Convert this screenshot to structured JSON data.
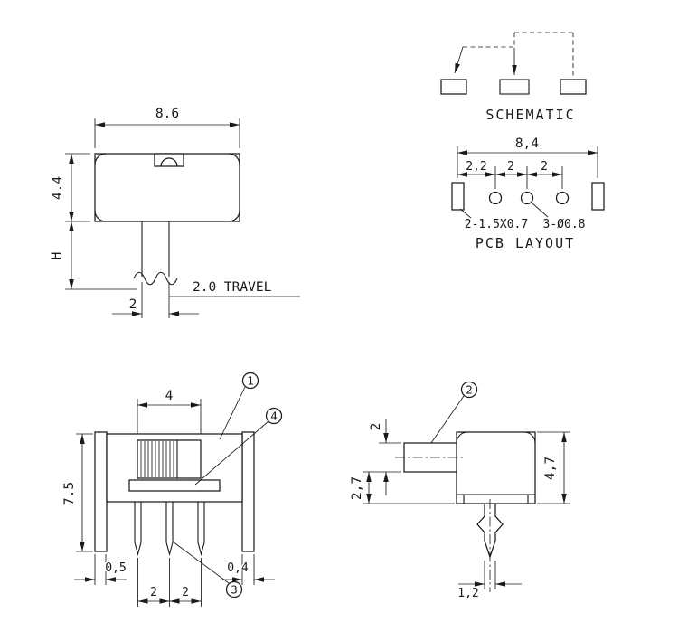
{
  "meta": {
    "bg_color": "#ffffff",
    "line_color": "#1a1a1a",
    "accent_fill": "#111111"
  },
  "top_view": {
    "dim_width": "8.6",
    "dim_height": "4.4",
    "dim_stem_height": "H",
    "travel_label": "2.0 TRAVEL",
    "dim_stem_width": "2"
  },
  "schematic": {
    "title": "SCHEMATIC"
  },
  "pcb_layout": {
    "title": "PCB LAYOUT",
    "dim_total": "8,4",
    "dim_pad_pitch": "2,2",
    "dim_pitch_1": "2",
    "dim_pitch_2": "2",
    "slot_label": "2-1.5X0.7",
    "hole_label": "3-Ø0.8"
  },
  "front_view": {
    "dim_window": "4",
    "dim_height": "7.5",
    "dim_left_bracket": "0,5",
    "dim_pitch_1": "2",
    "dim_pitch_2": "2",
    "dim_right_bracket": "0,4",
    "callout_body": "1",
    "callout_terminal": "3",
    "callout_slider": "4"
  },
  "side_view": {
    "dim_lever": "2",
    "dim_lever_offset": "2,7",
    "dim_height": "4,7",
    "dim_pin": "1,2",
    "callout_lever": "2"
  }
}
